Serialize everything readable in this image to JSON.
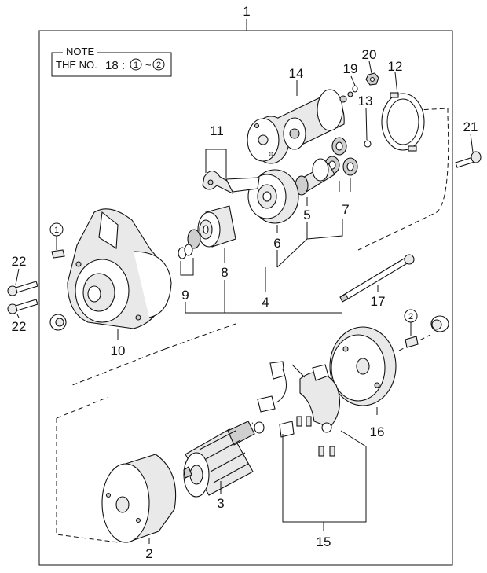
{
  "note": {
    "title": "NOTE",
    "prefix": "THE NO.",
    "ref_number": "18",
    "separator": ":",
    "range_start": "1",
    "range_dash": "~",
    "range_end": "2"
  },
  "callouts": {
    "c1": "1",
    "c2": "2",
    "c3": "3",
    "c4": "4",
    "c5": "5",
    "c6": "6",
    "c7": "7",
    "c8": "8",
    "c9": "9",
    "c10": "10",
    "c11": "11",
    "c12": "12",
    "c13": "13",
    "c14": "14",
    "c15": "15",
    "c16": "16",
    "c17": "17",
    "c19": "19",
    "c20": "20",
    "c21": "21",
    "c22a": "22",
    "c22b": "22"
  },
  "circled": {
    "screw1": "1",
    "screw2": "2"
  }
}
